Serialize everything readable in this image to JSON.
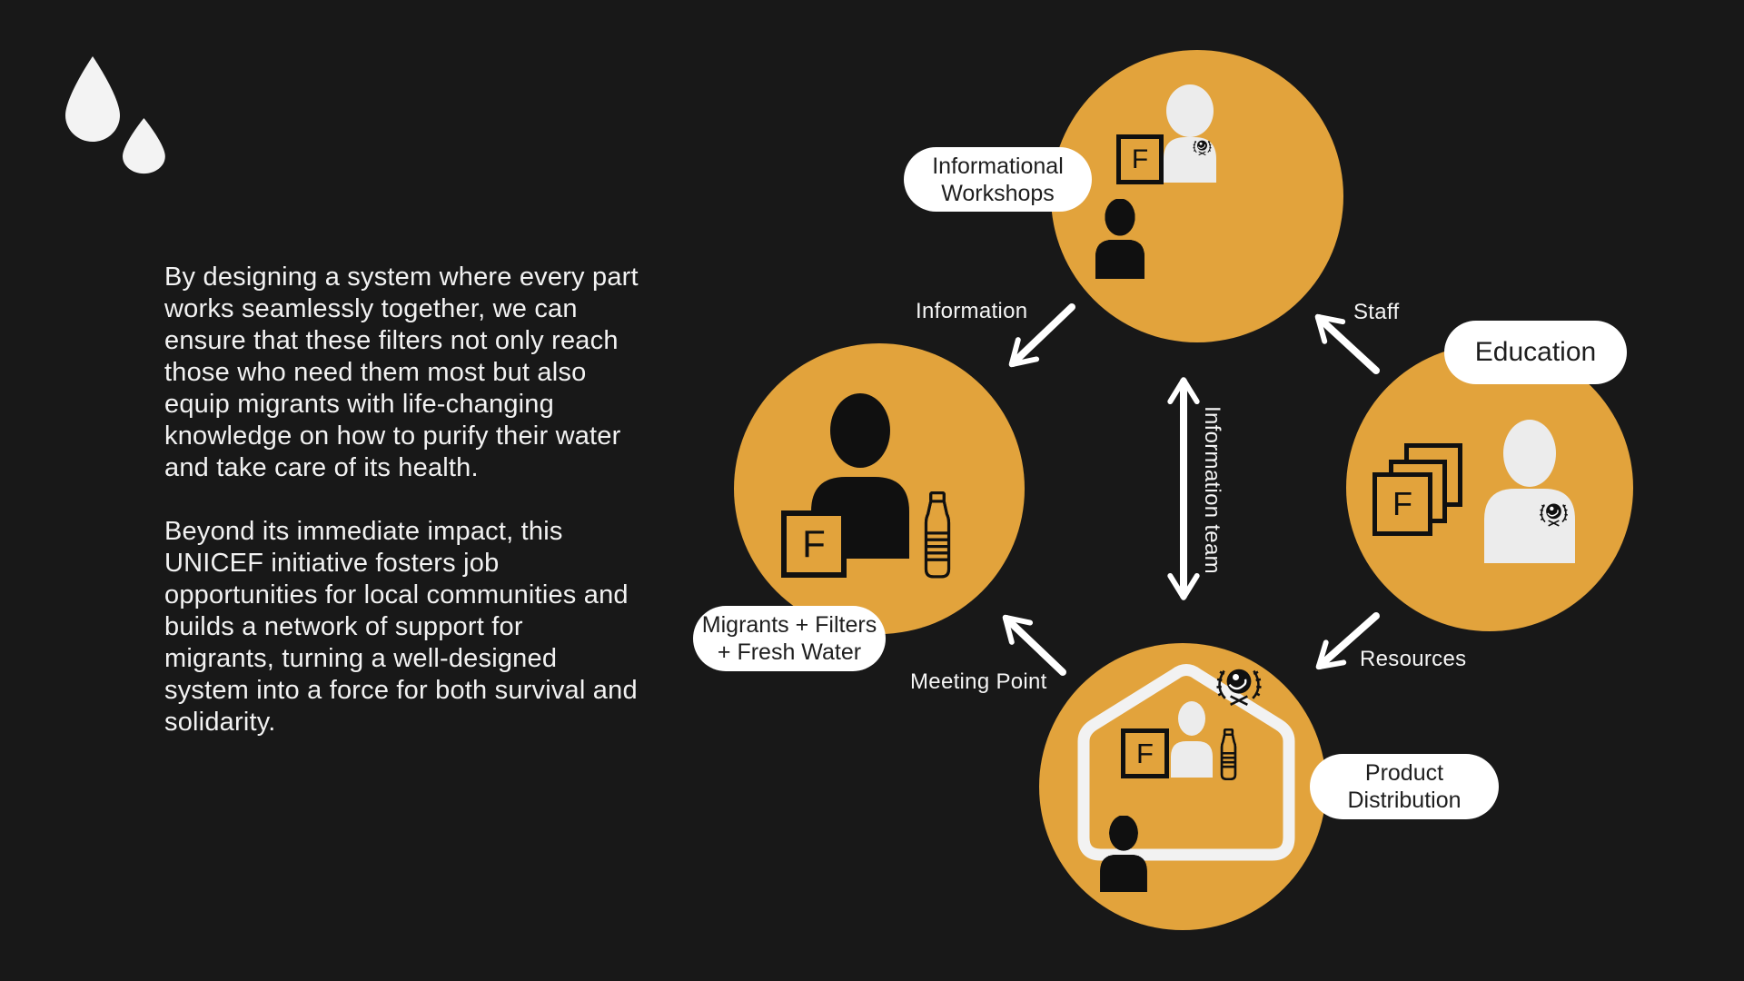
{
  "colors": {
    "background": "#181818",
    "node_orange": "#E2A33C",
    "pill_background": "#FFFFFF",
    "pill_text": "#1E1E1E",
    "body_text": "#F2F2F2",
    "icon_black": "#101010",
    "icon_gray": "#ECECEC",
    "arrow_white": "#FFFFFF"
  },
  "branding": {
    "logo": "water-drops"
  },
  "body_text": {
    "paragraph_1": "By designing a system where every part works seamlessly together, we can ensure that these filters not only reach those who need them most but also equip migrants with life-changing knowledge on how to purify their water and take care of its health.",
    "paragraph_2": "Beyond its immediate impact, this UNICEF initiative fosters job opportunities for local communities and builds a network of support for migrants, turning a well-designed system into a force for both survival and solidarity."
  },
  "diagram": {
    "filter_letter": "F",
    "nodes": [
      {
        "id": "informational-workshops",
        "label": "Informational\nWorkshops"
      },
      {
        "id": "migrants-filters-fresh-water",
        "label": "Migrants + Filters\n+ Fresh Water"
      },
      {
        "id": "education",
        "label": "Education"
      },
      {
        "id": "product-distribution",
        "label": "Product\nDistribution"
      }
    ],
    "edge_labels": {
      "information": "Information",
      "staff": "Staff",
      "information_team": "Information team",
      "meeting_point": "Meeting Point",
      "resources": "Resources"
    }
  }
}
